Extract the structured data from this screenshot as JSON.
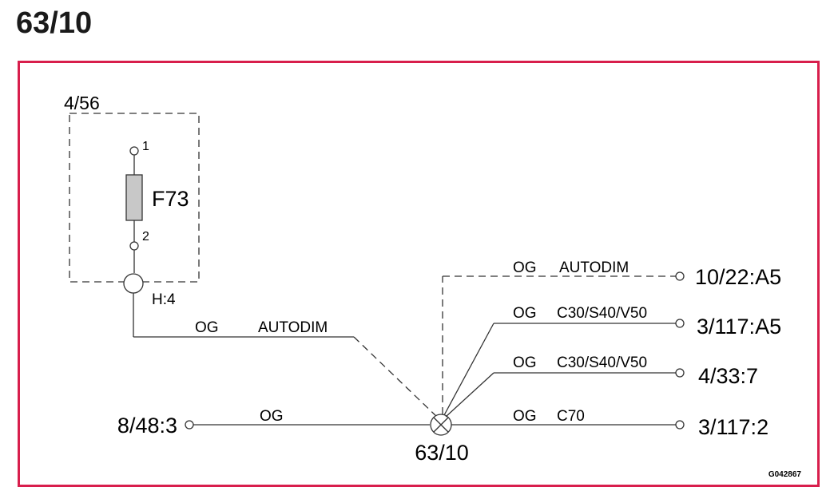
{
  "title": "63/10",
  "frame_color": "#d81e4c",
  "fuse_fill": "#c8c8c8",
  "box": {
    "label": "4/56"
  },
  "fuse": {
    "label": "F73",
    "pin1": "1",
    "pin2": "2"
  },
  "connector": {
    "label": "H:4"
  },
  "splice": {
    "label": "63/10"
  },
  "wires": {
    "top_left_color": "OG",
    "top_left_label": "AUTODIM",
    "left_color": "OG",
    "w1_color": "OG",
    "w1_label": "AUTODIM",
    "w1_dest": "10/22:A5",
    "w2_color": "OG",
    "w2_label": "C30/S40/V50",
    "w2_dest": "3/117:A5",
    "w3_color": "OG",
    "w3_label": "C30/S40/V50",
    "w3_dest": "4/33:7",
    "w4_color": "OG",
    "w4_label": "C70",
    "w4_dest": "3/117:2"
  },
  "left_dest": "8/48:3",
  "figure_id": "G042867"
}
